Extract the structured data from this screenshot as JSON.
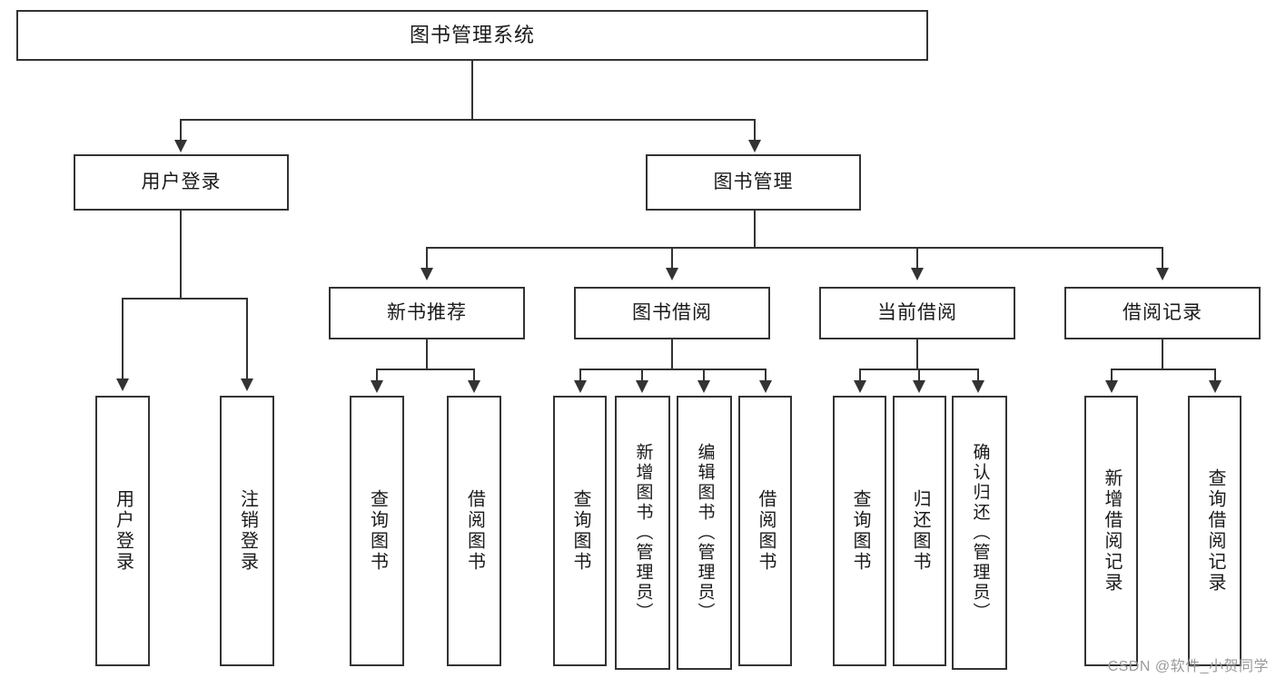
{
  "diagram": {
    "title": "图书管理系统",
    "type": "hierarchy-tree",
    "root": {
      "label": "图书管理系统"
    },
    "level1": [
      {
        "label": "用户登录"
      },
      {
        "label": "图书管理"
      }
    ],
    "level2": [
      {
        "label": "新书推荐"
      },
      {
        "label": "图书借阅"
      },
      {
        "label": "当前借阅"
      },
      {
        "label": "借阅记录"
      }
    ],
    "leaves": {
      "user_login": [
        {
          "label": "用户登录"
        },
        {
          "label": "注销登录"
        }
      ],
      "new_book_recommend": [
        {
          "label": "查询图书"
        },
        {
          "label": "借阅图书"
        }
      ],
      "book_borrow": [
        {
          "label": "查询图书"
        },
        {
          "label": "新增图书（管理员）"
        },
        {
          "label": "编辑图书（管理员）"
        },
        {
          "label": "借阅图书"
        }
      ],
      "current_borrow": [
        {
          "label": "查询图书"
        },
        {
          "label": "归还图书"
        },
        {
          "label": "确认归还（管理员）"
        }
      ],
      "borrow_record": [
        {
          "label": "新增借阅记录"
        },
        {
          "label": "查询借阅记录"
        }
      ]
    }
  },
  "watermark": {
    "text": "CSDN @软件_小贺同学"
  },
  "colors": {
    "stroke": "#333333",
    "fill": "#ffffff",
    "text": "#1a1a1a",
    "watermark": "#9a9a9a"
  }
}
